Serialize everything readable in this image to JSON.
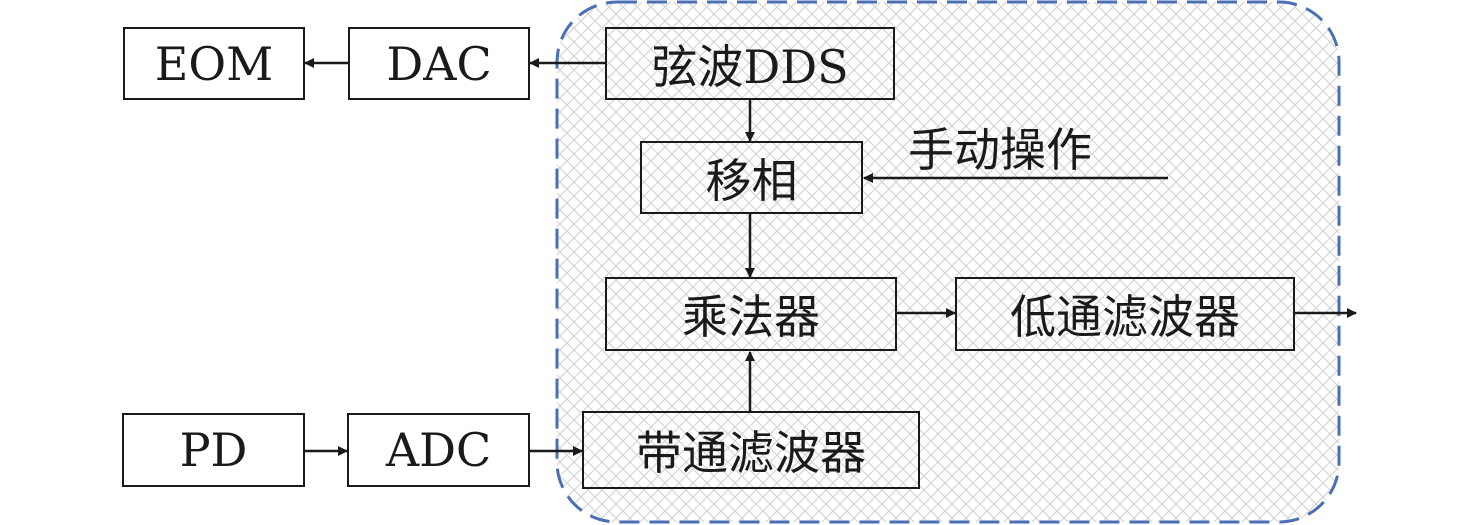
{
  "blocks": {
    "eom": "EOM",
    "dac": "DAC",
    "sine_dds": "弦波DDS",
    "phase_shift": "移相",
    "multiplier": "乘法器",
    "lowpass_filter": "低通滤波器",
    "pd": "PD",
    "adc": "ADC",
    "bandpass_filter": "带通滤波器"
  },
  "labels": {
    "manual_operation": "手动操作"
  },
  "colors": {
    "line": "#1a1a1a",
    "dashed_region": "#4a6fb5",
    "hatch": "#d6d6d6"
  }
}
